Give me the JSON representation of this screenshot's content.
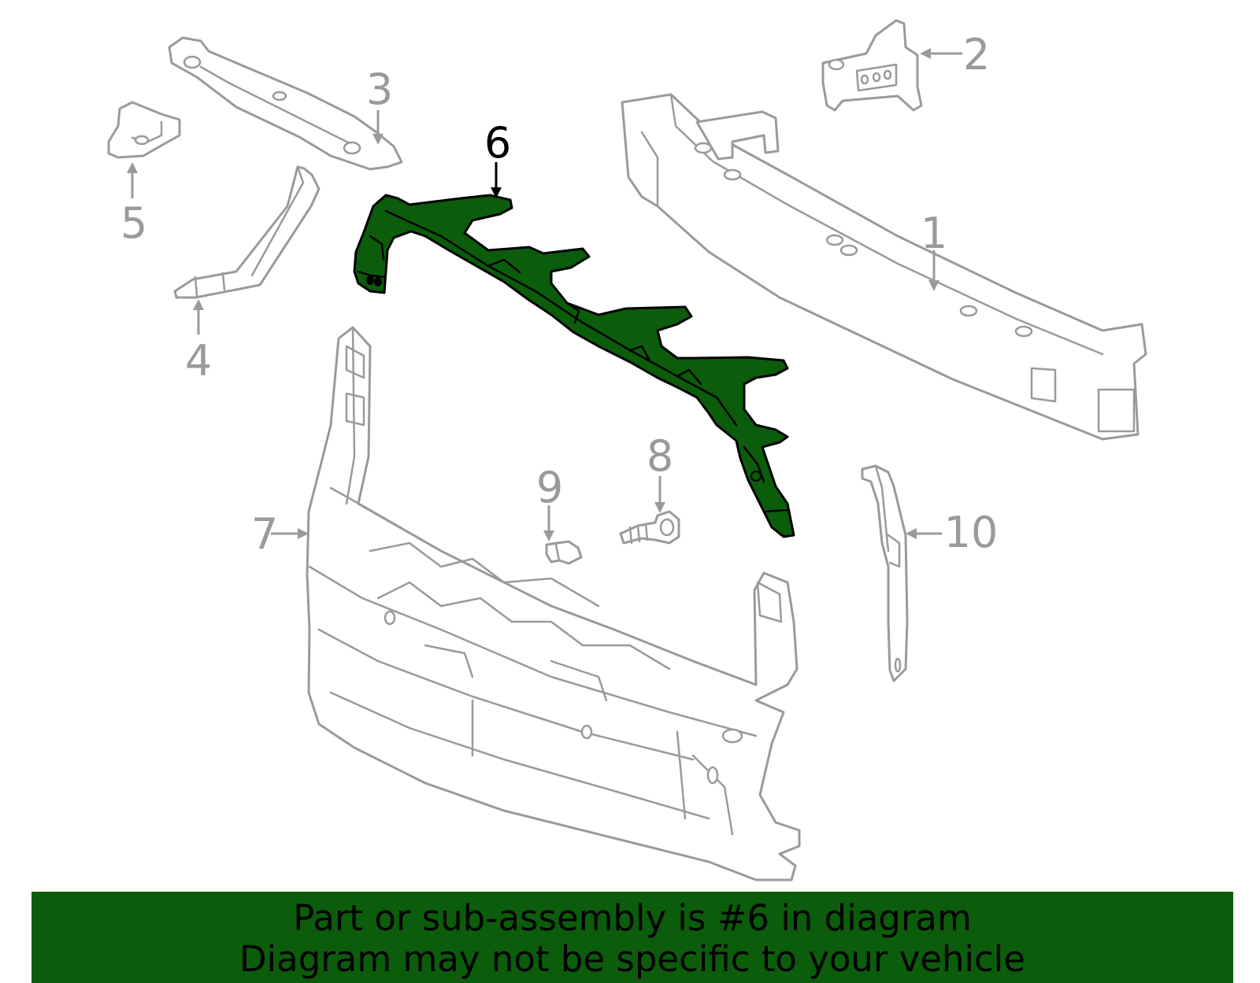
{
  "diagram": {
    "highlighted_part": "6",
    "callouts": [
      {
        "id": "1",
        "label": "1"
      },
      {
        "id": "2",
        "label": "2"
      },
      {
        "id": "3",
        "label": "3"
      },
      {
        "id": "4",
        "label": "4"
      },
      {
        "id": "5",
        "label": "5"
      },
      {
        "id": "6",
        "label": "6"
      },
      {
        "id": "7",
        "label": "7"
      },
      {
        "id": "8",
        "label": "8"
      },
      {
        "id": "9",
        "label": "9"
      },
      {
        "id": "10",
        "label": "10"
      }
    ],
    "colors": {
      "highlight_fill": "#0b5c0b",
      "outline": "#9a9a9a",
      "banner": "#0b5c0b"
    }
  },
  "banner": {
    "line1": "Part or sub-assembly is #6 in diagram",
    "line2": "Diagram may not be specific to your vehicle"
  }
}
